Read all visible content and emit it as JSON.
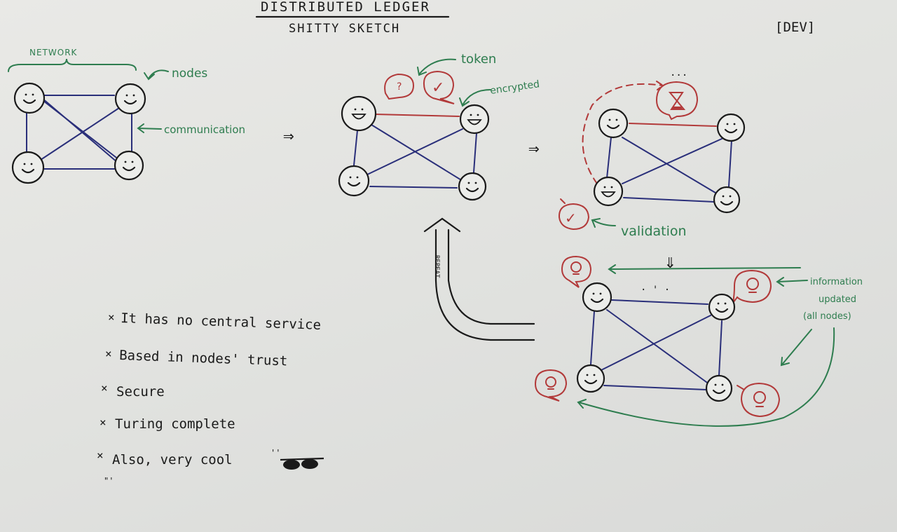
{
  "title": "DISTRIBUTED LEDGER",
  "subtitle": "SHITTY SKETCH",
  "tag": "[DEV]",
  "annotations": {
    "network": "NETWORK",
    "nodes": "nodes",
    "communication": "communication",
    "token": "token",
    "encrypted": "encrypted",
    "validation": "validation",
    "information_updated": [
      "information",
      "updated",
      "(all nodes)"
    ],
    "repeat": "REPEAT"
  },
  "arrows": {
    "step": "⇒",
    "down": "⇓"
  },
  "bubbles": {
    "question": "?",
    "check": "✓"
  },
  "features": [
    "It has no central service",
    "Based in nodes' trust",
    "Secure",
    "Turing complete",
    "Also, very cool"
  ],
  "bullet": "×",
  "colors": {
    "ink": "#1a1a1a",
    "blue": "#2a2f7a",
    "red": "#b23a3a",
    "green": "#2e7d4f",
    "paper": "#e4e5e2"
  }
}
